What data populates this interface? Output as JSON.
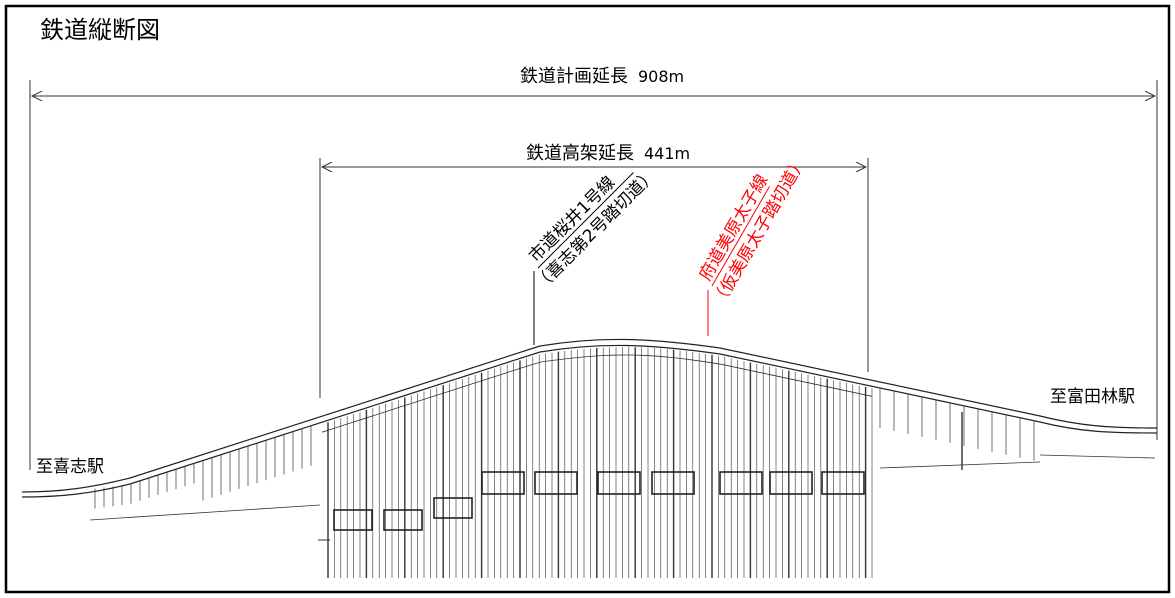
{
  "title": "鉄道縦断図",
  "plan_length": {
    "label": "鉄道計画延長",
    "value": "908m"
  },
  "viaduct_length": {
    "label": "鉄道高架延長",
    "value": "441m"
  },
  "crossing_1": {
    "name": "市道桜井1号線",
    "sub": "（喜志第2号踏切道）"
  },
  "crossing_2": {
    "name": "府道美原太子線",
    "sub": "（仮美原太子踏切道）"
  },
  "station_left": "至喜志駅",
  "station_right": "至富田林駅",
  "colors": {
    "frame": "#000000",
    "drawing": "#222222",
    "highlight": "#ff0000"
  }
}
